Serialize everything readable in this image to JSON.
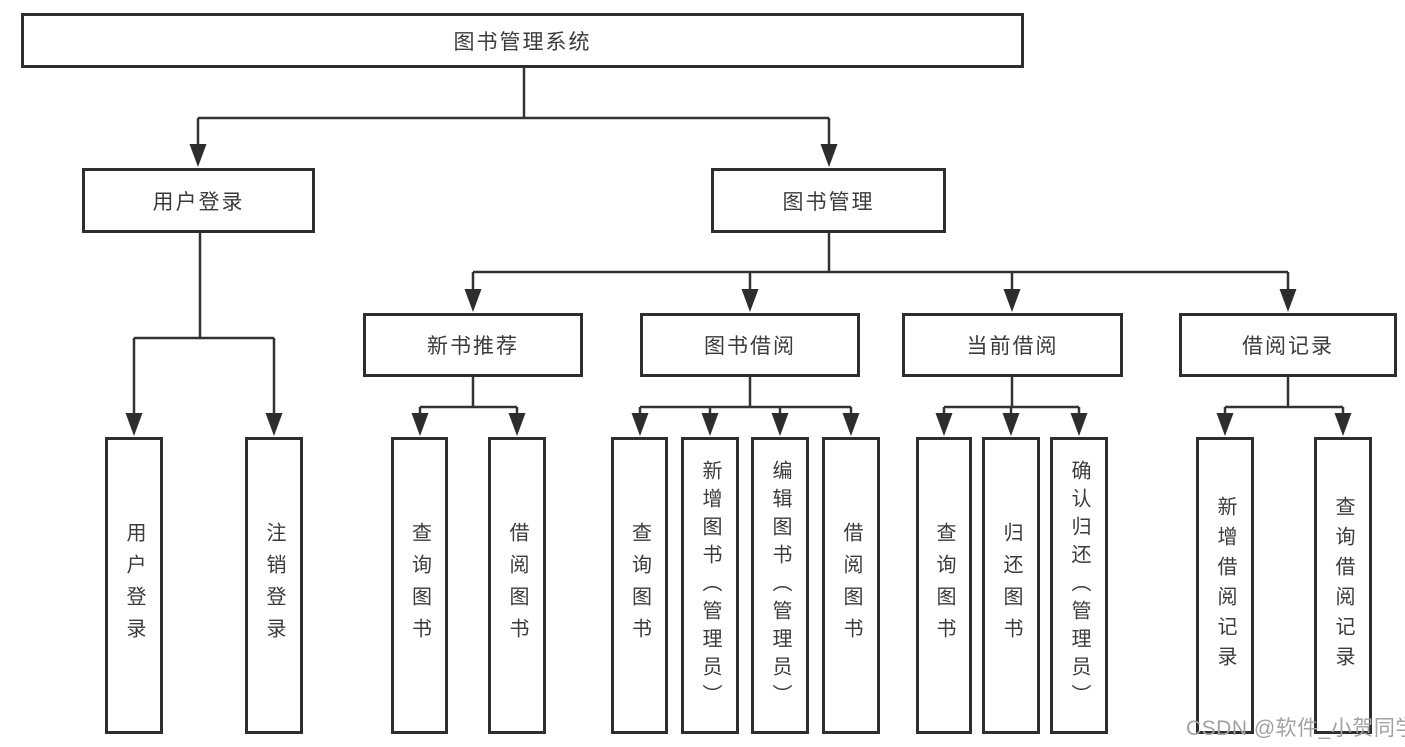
{
  "diagram": {
    "root": {
      "label": "图书管理系统"
    },
    "nodes": {
      "user_login": {
        "label": "用户登录",
        "children": [
          {
            "label": "用户登录"
          },
          {
            "label": "注销登录"
          }
        ]
      },
      "book_mgmt": {
        "label": "图书管理",
        "children": [
          {
            "label": "新书推荐",
            "children": [
              {
                "label": "查询图书"
              },
              {
                "label": "借阅图书"
              }
            ]
          },
          {
            "label": "图书借阅",
            "children": [
              {
                "label": "查询图书"
              },
              {
                "label": "新增图书（管理员）"
              },
              {
                "label": "编辑图书（管理员）"
              },
              {
                "label": "借阅图书"
              }
            ]
          },
          {
            "label": "当前借阅",
            "children": [
              {
                "label": "查询图书"
              },
              {
                "label": "归还图书"
              },
              {
                "label": "确认归还（管理员）"
              }
            ]
          },
          {
            "label": "借阅记录",
            "children": [
              {
                "label": "新增借阅记录"
              },
              {
                "label": "查询借阅记录"
              }
            ]
          }
        ]
      }
    },
    "colors": {
      "line": "#333333",
      "border": "#2e2e2e",
      "text": "#3b3b3b",
      "watermark": "#a2a2a2"
    },
    "watermark": "CSDN @软件_小贺同学"
  }
}
